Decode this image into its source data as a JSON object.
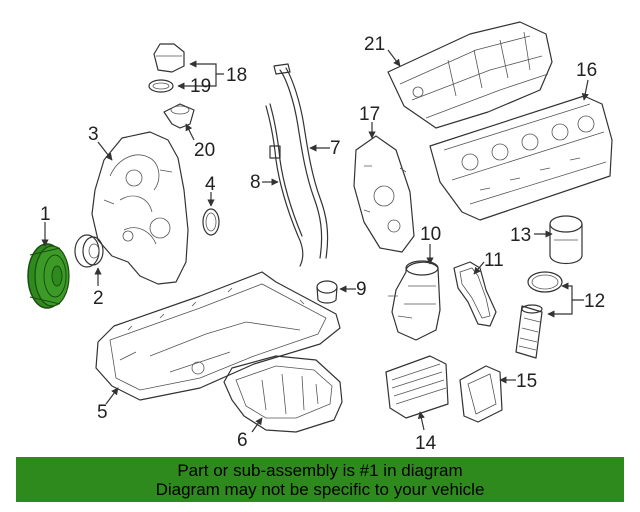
{
  "callouts": {
    "c1": "1",
    "c2": "2",
    "c3": "3",
    "c4": "4",
    "c5": "5",
    "c6": "6",
    "c7": "7",
    "c8": "8",
    "c9": "9",
    "c10": "10",
    "c11": "11",
    "c12": "12",
    "c13": "13",
    "c14": "14",
    "c15": "15",
    "c16": "16",
    "c17": "17",
    "c18": "18",
    "c19": "19",
    "c20": "20",
    "c21": "21"
  },
  "highlight_color": "#2f8a1e",
  "footer": {
    "line1": "Part or sub-assembly is #1 in diagram",
    "line2": "Diagram may not be specific to your vehicle"
  }
}
